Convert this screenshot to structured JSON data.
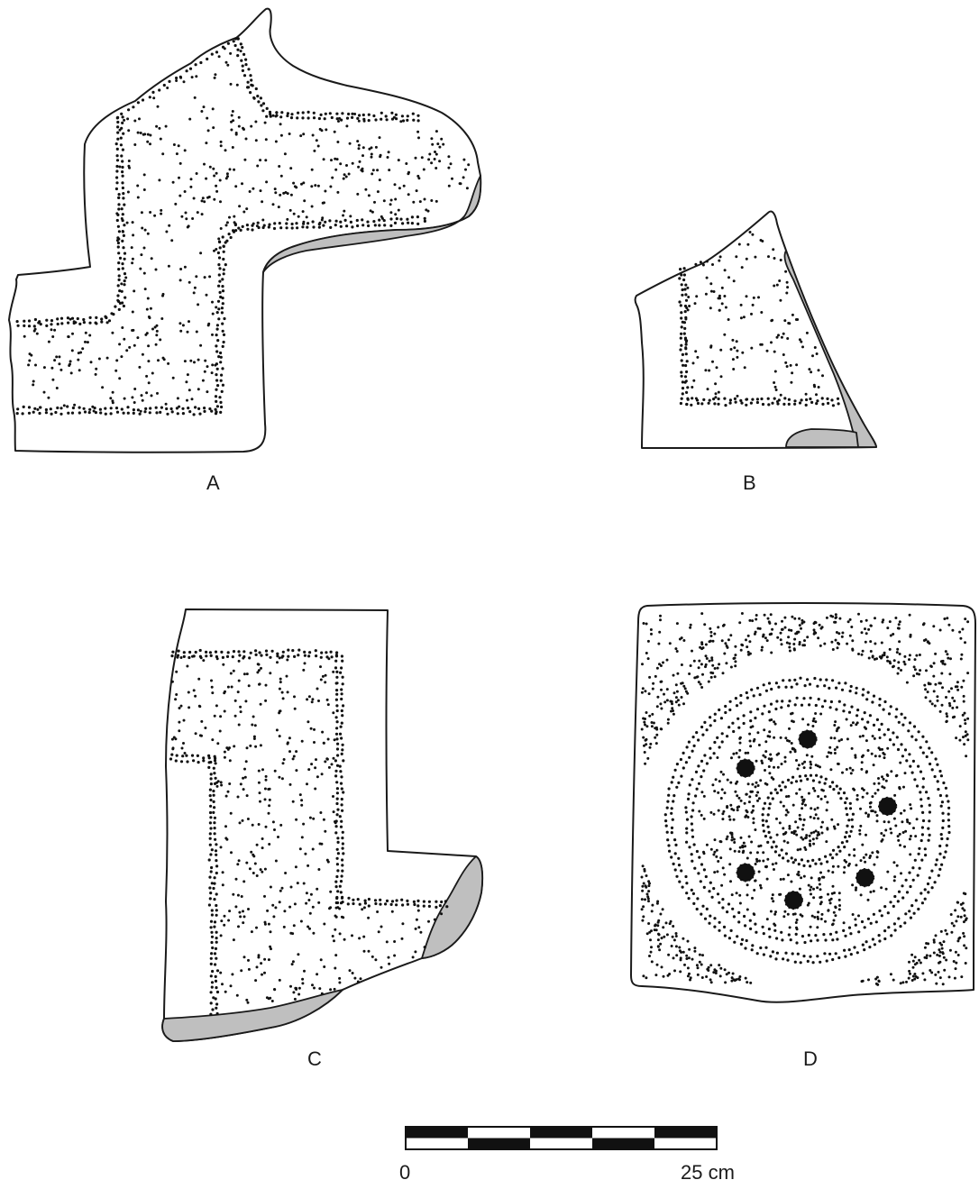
{
  "fragments": [
    {
      "id": "A",
      "label": "A"
    },
    {
      "id": "B",
      "label": "B"
    },
    {
      "id": "C",
      "label": "C"
    },
    {
      "id": "D",
      "label": "D"
    }
  ],
  "scale_bar": {
    "start_label": "0",
    "end_label": "25 cm",
    "segments": 5
  },
  "colors": {
    "line": "#1a1a1a",
    "eroded_edge": "#bfbfbf",
    "stipple": "#111111"
  }
}
